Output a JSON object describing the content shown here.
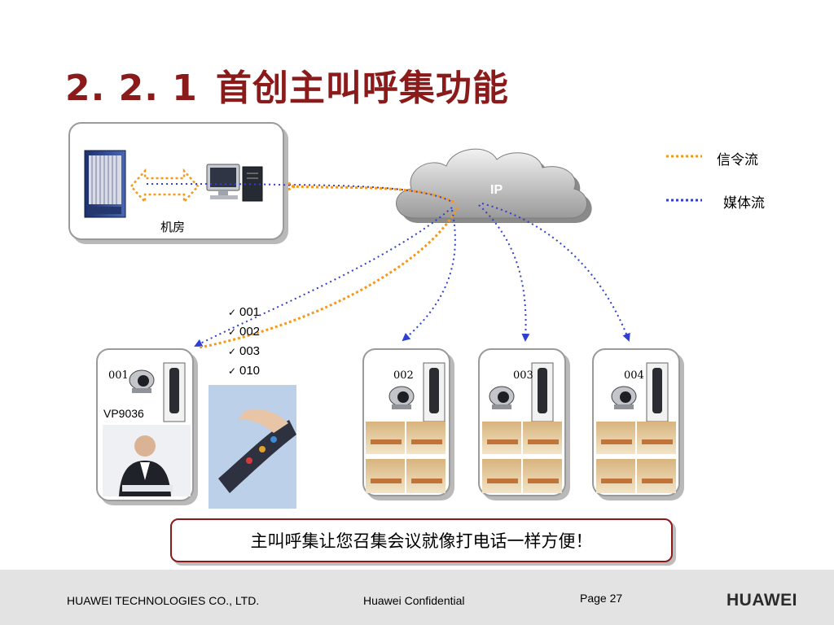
{
  "slide": {
    "title_number": "2. 2. 1",
    "title_text": "首创主叫呼集功能"
  },
  "server_room": {
    "label": "机房"
  },
  "network": {
    "cloud_label": "IP"
  },
  "legend": {
    "signaling": {
      "label": "信令流",
      "color": "#f39a1e"
    },
    "media": {
      "label": "媒体流",
      "color": "#2f3fcf"
    }
  },
  "checklist": {
    "items": [
      "001",
      "002",
      "003",
      "010"
    ]
  },
  "endpoints": [
    {
      "id": "001",
      "model": "VP9036"
    },
    {
      "id": "002"
    },
    {
      "id": "003"
    },
    {
      "id": "004"
    }
  ],
  "callout": {
    "text": "主叫呼集让您召集会议就像打电话一样方便！"
  },
  "footer": {
    "company": "HUAWEI TECHNOLOGIES CO., LTD.",
    "confidential": "Huawei Confidential",
    "page": "Page 27",
    "logo_text": "HUAWEI"
  },
  "colors": {
    "title": "#8b1a1a",
    "accent_red": "#d7141a"
  }
}
